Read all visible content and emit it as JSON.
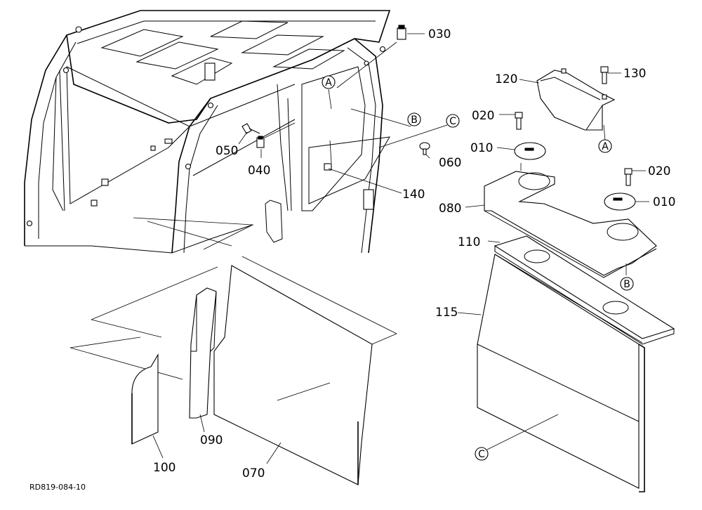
{
  "labels": {
    "p030": "030",
    "p120": "120",
    "p130": "130",
    "p020a": "020",
    "p010a": "010",
    "p020b": "020",
    "p010b": "010",
    "p050": "050",
    "p040": "040",
    "p060": "060",
    "p140": "140",
    "p080": "080",
    "p110": "110",
    "p115": "115",
    "p090": "090",
    "p100": "100",
    "p070": "070"
  },
  "letters": {
    "a1": "A",
    "b1": "B",
    "c1": "C",
    "a2": "A",
    "b2": "B",
    "c2": "C"
  },
  "ref_code": "RD819-084-10"
}
